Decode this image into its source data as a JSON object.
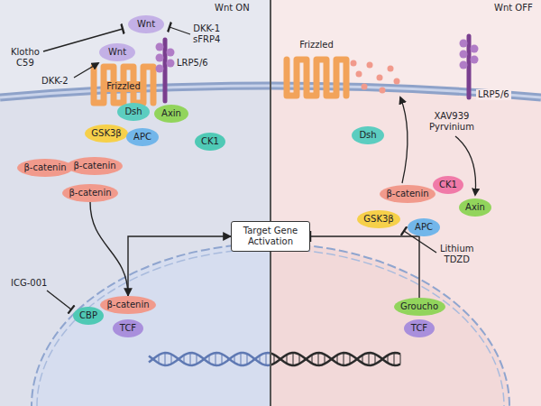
{
  "diagram": {
    "nodes": [
      {
        "text": [
          "Wnt"
        ]
      },
      {
        "text": [
          "Wnt"
        ]
      },
      {
        "text": [
          "Dsh"
        ]
      },
      {
        "text": [
          "Axin"
        ]
      },
      {
        "text": [
          "GSK3β"
        ]
      },
      {
        "text": [
          "APC"
        ]
      },
      {
        "text": [
          "CK1"
        ]
      },
      {
        "text": [
          "β-catenin"
        ]
      },
      {
        "text": [
          "β-catenin"
        ]
      },
      {
        "text": [
          "β-catenin"
        ]
      },
      {
        "text": [
          "Target Gene Activation"
        ]
      },
      {
        "text": [
          "CBP"
        ]
      },
      {
        "text": [
          "β-catenin"
        ]
      },
      {
        "text": [
          "TCF"
        ]
      },
      {
        "text": [
          "Dsh"
        ]
      },
      {
        "text": [
          "β-catenin"
        ]
      },
      {
        "text": [
          "CK1"
        ]
      },
      {
        "text": [
          "Axin"
        ]
      },
      {
        "text": [
          "GSK3β"
        ]
      },
      {
        "text": [
          "APC"
        ]
      },
      {
        "text": [
          "Groucho"
        ]
      },
      {
        "text": [
          "TCF"
        ]
      }
    ],
    "edges": [
      {
        "from": 9,
        "to": 12,
        "arrow": "to"
      },
      {
        "from": 12,
        "to": 10,
        "arrow": "to"
      },
      {
        "from": 20,
        "to": 10,
        "arrow": "to"
      }
    ],
    "labels": [
      "Wnt ON",
      "Wnt OFF",
      "Klotho C59",
      "DKK-1 sFRP4",
      "DKK-2",
      "LRP5/6",
      "Frizzled",
      "Frizzled",
      "LRP5/6",
      "XAV939 Pyrvinium",
      "Lithium TDZD",
      "ICG-001"
    ]
  }
}
